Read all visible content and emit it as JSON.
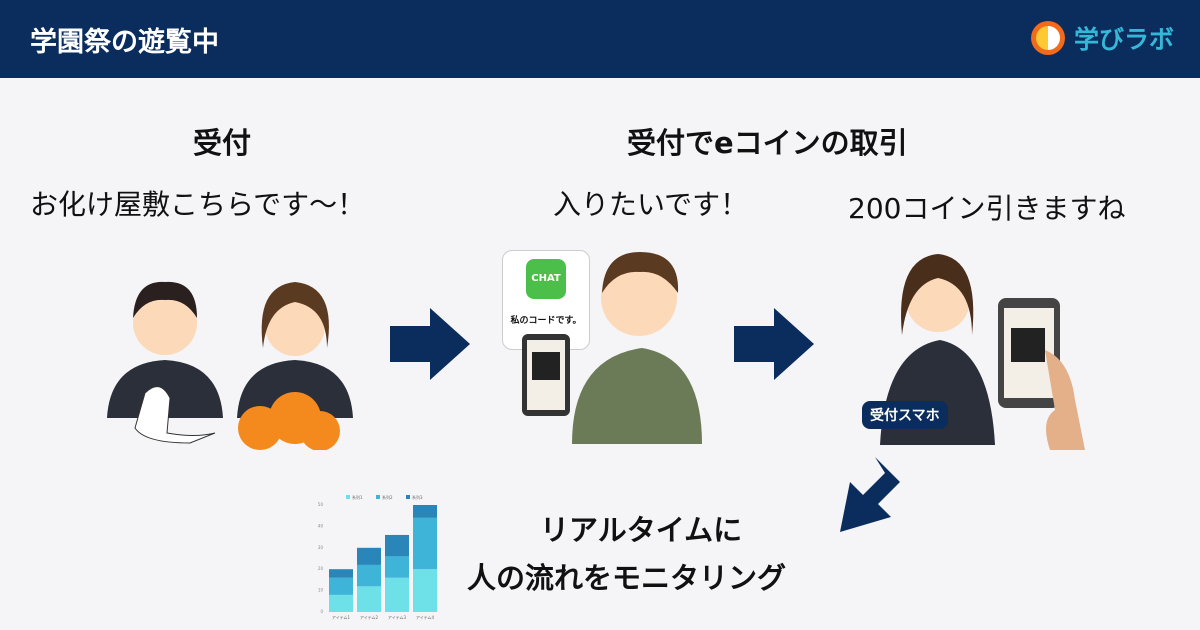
{
  "header": {
    "title": "学園祭の遊覧中",
    "logo_text": "学びラボ"
  },
  "step1": {
    "heading": "受付",
    "speech": "お化け屋敷こちらです〜！"
  },
  "step2": {
    "heading": "受付でeコインの取引",
    "speech_visitor": "入りたいです！",
    "speech_staff": "200コイン引きますね",
    "card_chat": "CHAT",
    "card_text": "私のコードです。",
    "badge": "受付スマホ"
  },
  "step3": {
    "heading_line1": "リアルタイムに",
    "heading_line2": "人の流れをモニタリング"
  },
  "colors": {
    "header": "#0a2d5e",
    "arrow": "#0a2d5e",
    "series": [
      "#6ee0e8",
      "#3db4d8",
      "#2a86b8"
    ]
  },
  "chart_data": {
    "type": "bar",
    "stacked": true,
    "categories": [
      "アイテム1",
      "アイテム2",
      "アイテム3",
      "アイテム4"
    ],
    "series": [
      {
        "name": "系列1",
        "values": [
          8,
          12,
          16,
          20
        ]
      },
      {
        "name": "系列2",
        "values": [
          8,
          10,
          10,
          24
        ]
      },
      {
        "name": "系列3",
        "values": [
          4,
          8,
          10,
          6
        ]
      }
    ],
    "ylim": [
      0,
      50
    ],
    "yticks": [
      0,
      10,
      20,
      30,
      40,
      50
    ],
    "legend": "top"
  }
}
